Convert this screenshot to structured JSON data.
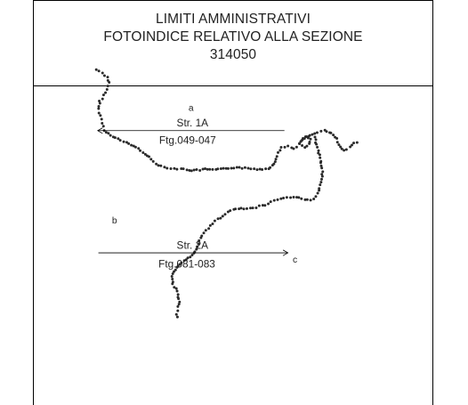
{
  "header": {
    "line1": "LIMITI AMMINISTRATIVI",
    "line2": "FOTOINDICE RELATIVO ALLA SEZIONE",
    "line3": "314050"
  },
  "map": {
    "zone_a_label": "a",
    "zone_b_label": "b",
    "zone_c_label": "c",
    "strip_1": {
      "name": "Str. 1A",
      "frames": "Ftg.049-047"
    },
    "strip_2": {
      "name": "Str. 2A",
      "frames": "Ftg.081-083"
    },
    "colors": {
      "line": "#000000",
      "boundary_dots": "#2b2b2b",
      "text": "#222222"
    }
  }
}
